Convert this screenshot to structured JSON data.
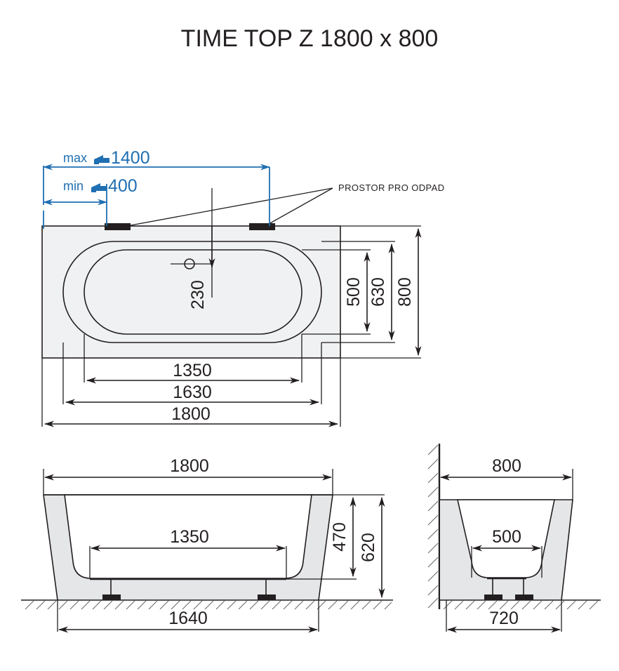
{
  "title": "TIME TOP Z 1800 x 800",
  "product": {
    "name": "TIME TOP Z",
    "length": "1800",
    "width": "800"
  },
  "annotations": {
    "waste_note": "PROSTOR PRO ODPAD",
    "max_label": "max",
    "min_label": "min",
    "max_value": "1400",
    "min_value": "400",
    "faucet_icon": "faucet-icon"
  },
  "top_view": {
    "name": "top-view",
    "dimensions": {
      "overall_length": "1800",
      "rim_length": "1630",
      "inner_length": "1350",
      "overall_width": "800",
      "rim_width": "630",
      "inner_width": "500",
      "drain_offset": "230"
    }
  },
  "front_view": {
    "name": "front-elevation",
    "dimensions": {
      "overall_length": "1800",
      "inner_length": "1350",
      "base_length": "1640",
      "inner_height": "470",
      "overall_height": "620"
    }
  },
  "side_view": {
    "name": "side-elevation",
    "dimensions": {
      "overall_width": "800",
      "inner_width": "500",
      "base_width": "720"
    }
  },
  "colors": {
    "accent_blue": "#1f6fb2",
    "line_black": "#231f20",
    "fill_light": "#f0f1f2",
    "fill_shade": "#e4e6e8"
  }
}
